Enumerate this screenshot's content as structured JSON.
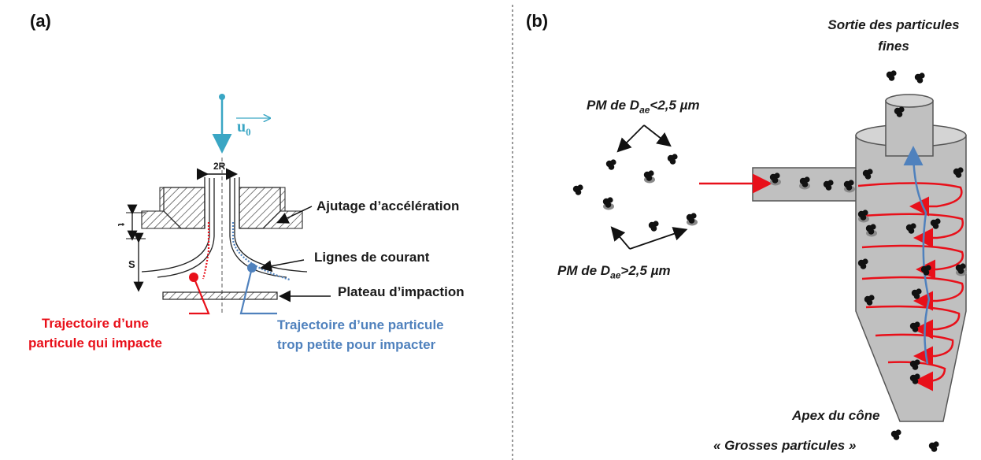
{
  "panel_a": {
    "label": "(a)",
    "velocity": "u",
    "velocity_sub": "0",
    "dim_2r": "2R",
    "dim_t": "t",
    "dim_s": "S",
    "nozzle": "Ajutage d’accélération",
    "streamlines": "Lignes de courant",
    "plate": "Plateau d’impaction",
    "red_line1": "Trajectoire d’une",
    "red_line2": "particule qui impacte",
    "blue_line1": "Trajectoire d’une particule",
    "blue_line2": "trop petite pour impacter",
    "colors": {
      "red": "#e8101a",
      "blue": "#4f81bd",
      "cyan": "#3aa6c4"
    }
  },
  "panel_b": {
    "label": "(b)",
    "outlet_line1": "Sortie des particules",
    "outlet_line2": "fines",
    "pm_small_prefix": "PM de D",
    "pm_small_sub": "ae",
    "pm_small_suffix": "<2,5 µm",
    "pm_large_prefix": "PM de D",
    "pm_large_sub": "ae",
    "pm_large_suffix": ">2,5 µm",
    "apex": "Apex du cône",
    "coarse": "« Grosses particules »",
    "colors": {
      "body": "#c0c0c0",
      "arrow": "#e8101a",
      "flow": "#4f81bd"
    }
  }
}
